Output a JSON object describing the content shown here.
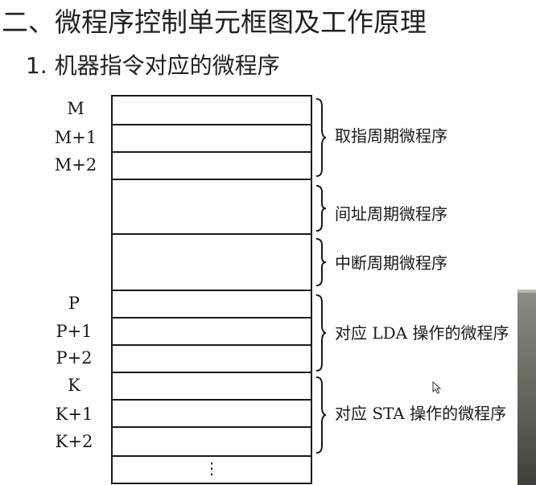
{
  "title": "二、微程序控制单元框图及工作原理",
  "subtitle": "1. 机器指令对应的微程序",
  "memory": {
    "ellipsis": "⋮",
    "addresses": [
      "M",
      "M+1",
      "M+2",
      "P",
      "P+1",
      "P+2",
      "K",
      "K+1",
      "K+2"
    ]
  },
  "groups": [
    {
      "label": "取指周期微程序"
    },
    {
      "label": "间址周期微程序"
    },
    {
      "label": "中断周期微程序"
    },
    {
      "prefix": "对应 ",
      "latin": "LDA",
      "suffix": " 操作的微程序"
    },
    {
      "prefix": "对应 ",
      "latin": "STA",
      "suffix": " 操作的微程序"
    }
  ],
  "icons": {
    "cursor": "mouse-pointer-icon",
    "video": "presenter-video-thumbnail"
  }
}
